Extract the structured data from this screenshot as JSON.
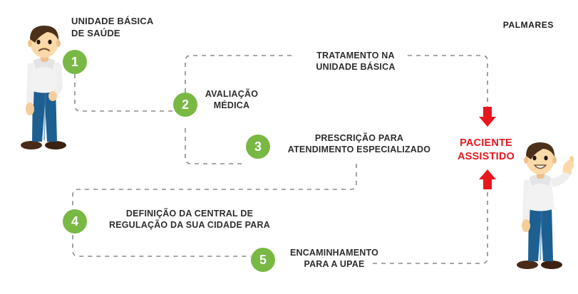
{
  "diagram": {
    "brand_label": "PALMARES",
    "origin_title": "UNIDADE BÁSICA\nDE SAÚDE",
    "outcome_label": "PACIENTE\nASSISTIDO",
    "accent_green": "#78b843",
    "accent_red": "#e8171f",
    "text_color": "#2e2e2e",
    "dash_color": "#8a8a8a",
    "steps": [
      {
        "number": "1",
        "caption": ""
      },
      {
        "number": "2",
        "caption": "AVALIAÇÃO\nMÉDICA"
      },
      {
        "number": "3",
        "caption": "PRESCRIÇÃO PARA\nATENDIMENTO ESPECIALIZADO"
      },
      {
        "number": "4",
        "caption": "DEFINIÇÃO DA CENTRAL DE\nREGULAÇÃO DA SUA CIDADE PARA"
      },
      {
        "number": "5",
        "caption": "ENCAMINHAMENTO\nPARA A UPAE"
      }
    ],
    "branch_label": "TRATAMENTO  NA\nUNIDADE BÁSICA",
    "people": [
      {
        "name": "patient-before",
        "mood": "sad",
        "pose": "hand-on-hip"
      },
      {
        "name": "patient-after",
        "mood": "happy",
        "pose": "thumbs-up"
      }
    ]
  }
}
